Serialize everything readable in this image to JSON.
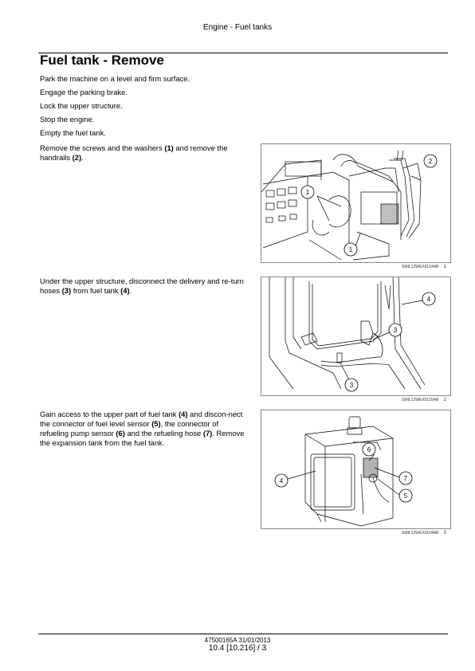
{
  "header": {
    "section": "Engine - Fuel tanks"
  },
  "title": "Fuel tank - Remove",
  "steps": [
    {
      "parts": [
        {
          "t": "Park the machine on a level and firm surface."
        }
      ]
    },
    {
      "parts": [
        {
          "t": "Engage the parking brake."
        }
      ]
    },
    {
      "parts": [
        {
          "t": "Lock the upper structure."
        }
      ]
    },
    {
      "parts": [
        {
          "t": "Stop the engine."
        }
      ]
    },
    {
      "parts": [
        {
          "t": "Empty the fuel tank."
        }
      ]
    },
    {
      "parts": [
        {
          "t": "Remove the screws and the washers "
        },
        {
          "t": "(1)",
          "b": true
        },
        {
          "t": " and remove the handrails "
        },
        {
          "t": "(2)",
          "b": true
        },
        {
          "t": "."
        }
      ]
    },
    {
      "parts": [
        {
          "t": "Under the upper structure, disconnect the delivery and re-turn hoses "
        },
        {
          "t": "(3)",
          "b": true
        },
        {
          "t": " from fuel tank "
        },
        {
          "t": "(4)",
          "b": true
        },
        {
          "t": "."
        }
      ]
    },
    {
      "parts": [
        {
          "t": "Gain access to the upper part of fuel tank "
        },
        {
          "t": "(4)",
          "b": true
        },
        {
          "t": " and discon-nect the connector of fuel level sensor "
        },
        {
          "t": "(5)",
          "b": true
        },
        {
          "t": ", the connector of refueling pump sensor "
        },
        {
          "t": "(6)",
          "b": true
        },
        {
          "t": " and the refueling hose "
        },
        {
          "t": "(7)",
          "b": true
        },
        {
          "t": ". Remove the expansion tank from the fuel tank."
        }
      ]
    }
  ],
  "figures": [
    {
      "code": "SMIL12WEX0124AB",
      "number": "1",
      "callouts": [
        "1",
        "1",
        "2"
      ]
    },
    {
      "code": "SMIL12WEX0125AB",
      "number": "2",
      "callouts": [
        "4",
        "3",
        "3"
      ]
    },
    {
      "code": "SMIL12WEX0104AB",
      "number": "3",
      "callouts": [
        "6",
        "4",
        "7",
        "5"
      ]
    }
  ],
  "footer": {
    "doc_id": "47500165A 31/01/2013",
    "page_ref": "10.4 [10.216] / 3"
  }
}
